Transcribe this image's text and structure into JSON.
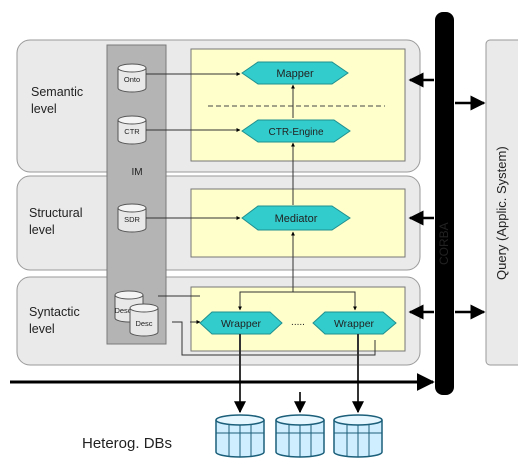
{
  "levels": {
    "semantic": [
      "Semantic",
      "level"
    ],
    "structural": [
      "Structural",
      "level"
    ],
    "syntactic": [
      "Syntactic",
      "level"
    ]
  },
  "components": {
    "mapper": "Mapper",
    "ctr_engine": "CTR-Engine",
    "mediator": "Mediator",
    "wrapper_left": "Wrapper",
    "wrapper_right": "Wrapper",
    "wrapper_ellipsis": "....."
  },
  "repository": {
    "label": "IM",
    "items": {
      "onto": "Onto",
      "ctr": "CTR",
      "sdr": "SDR",
      "desc_back": "Desc",
      "desc_front": "Desc"
    }
  },
  "bus_label": "CORBA",
  "query_label": "Query (Applic. System)",
  "databases_label": "Heterog. DBs",
  "colors": {
    "level_panel": "#eaeaea",
    "component_area": "#ffffcc",
    "hexagon": "#33cccc",
    "repository": "#b4b4b4",
    "bus": "#000000"
  }
}
